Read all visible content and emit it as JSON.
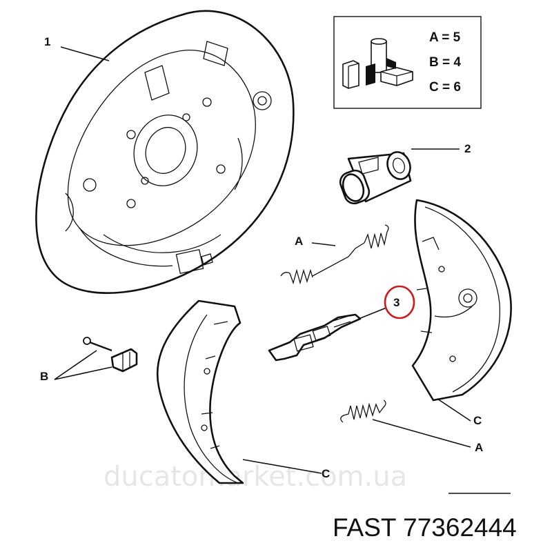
{
  "callouts": {
    "c1": "1",
    "c2": "2",
    "c3": "3",
    "a_upper": "A",
    "a_lower": "A",
    "b": "B",
    "c_right": "C",
    "c_bottom": "C"
  },
  "legend": {
    "a": "A = 5",
    "b": "B = 4",
    "c": "C = 6"
  },
  "watermark": "ducatomarket.com.ua",
  "caption": "FAST 77362444",
  "colors": {
    "highlight_circle": "#cc1b1b",
    "watermark": "#e6e6e6"
  }
}
